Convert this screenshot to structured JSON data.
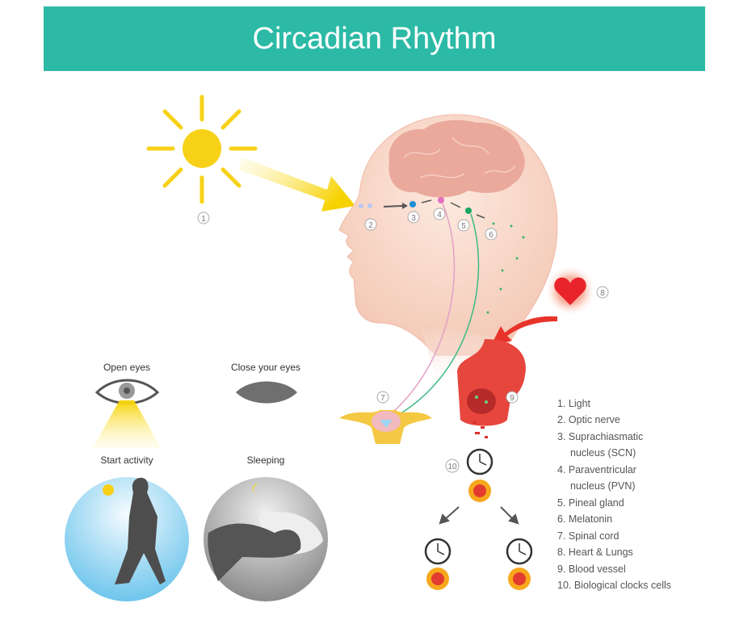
{
  "title": "Circadian Rhythm",
  "markers": [
    "1",
    "2",
    "3",
    "4",
    "5",
    "6",
    "7",
    "8",
    "9",
    "10"
  ],
  "panels": {
    "open_eyes": "Open eyes",
    "close_eyes": "Close your eyes",
    "start_activity": "Start activity",
    "sleeping": "Sleeping"
  },
  "legend": [
    "1. Light",
    "2. Optic nerve",
    "3. Suprachiasmatic",
    "nucleus (SCN)",
    "4. Paraventricular",
    "nucleus (PVN)",
    "5. Pineal gland",
    "6. Melatonin",
    "7. Spinal cord",
    "8. Heart & Lungs",
    "9. Blood vessel",
    "10. Biological clocks cells"
  ],
  "colors": {
    "banner": "#2cbaa6",
    "sun": "#f7d117",
    "heart": "#e8232b",
    "skin": "#f6d3c2",
    "brain": "#eaa99b"
  }
}
